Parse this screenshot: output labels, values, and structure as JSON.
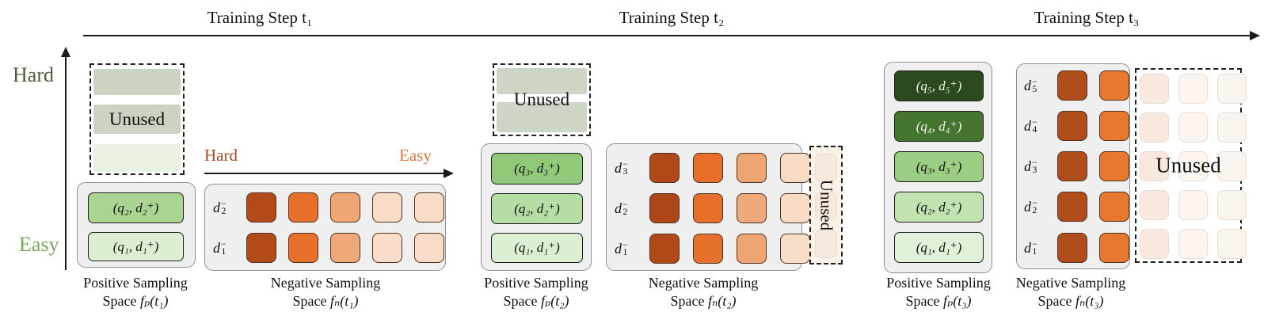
{
  "figure": {
    "axis": {
      "hard": "Hard",
      "easy": "Easy",
      "hard_color": "#45603a",
      "easy_color": "#74aa58"
    },
    "steps": [
      {
        "title": "Training Step t₁",
        "unused_top": {
          "label": "Unused",
          "bands": [
            "#cbd3c3",
            "#cbd3c3",
            "#e9f2e2"
          ]
        },
        "positive": {
          "caption1": "Positive Sampling",
          "caption2_prefix": "Space ",
          "caption2_math": "fₚ(t₁)",
          "rows": [
            {
              "label": "(q₂, d₂⁺)",
              "bg": "#a9d492",
              "fg": "#111111"
            },
            {
              "label": "(q₁, d₁⁺)",
              "bg": "#ddeed3",
              "fg": "#111111"
            }
          ]
        },
        "negative": {
          "caption1": "Negative Sampling",
          "caption2_prefix": "Space ",
          "caption2_math": "fₙ(t₁)",
          "hard": "Hard",
          "easy": "Easy",
          "hard_color": "#ab4a20",
          "easy_color": "#e5763d",
          "rows": [
            {
              "doc": "d",
              "index": "2",
              "sign": "−",
              "squares": [
                "#b24a19",
                "#e7702b",
                "#f0a674",
                "#f9dcc6",
                "#f8dcc7"
              ]
            },
            {
              "doc": "d",
              "index": "1",
              "sign": "−",
              "squares": [
                "#b24a19",
                "#e7712c",
                "#f0a97a",
                "#f9ddc8",
                "#f8dcc7"
              ]
            }
          ]
        }
      },
      {
        "title": "Training Step t₂",
        "unused_top": {
          "label": "Unused",
          "bands": [
            "#ccd5c6",
            "#ccd5c6"
          ]
        },
        "positive": {
          "caption1": "Positive Sampling",
          "caption2_prefix": "Space ",
          "caption2_math": "fₚ(t₂)",
          "rows": [
            {
              "label": "(q₃, d₃⁺)",
              "bg": "#90c97a",
              "fg": "#111111"
            },
            {
              "label": "(q₂, d₂⁺)",
              "bg": "#b6dda4",
              "fg": "#111111"
            },
            {
              "label": "(q₁, d₁⁺)",
              "bg": "#ddefd3",
              "fg": "#111111"
            }
          ]
        },
        "negative": {
          "caption1": "Negative Sampling",
          "caption2_prefix": "Space ",
          "caption2_math": "fₙ(t₂)",
          "rows": [
            {
              "doc": "d",
              "index": "3",
              "sign": "−",
              "squares": [
                "#b04818",
                "#e76f2b",
                "#efa572",
                "#f8dbc5"
              ]
            },
            {
              "doc": "d",
              "index": "2",
              "sign": "−",
              "squares": [
                "#ae4717",
                "#e76f2b",
                "#efa97a",
                "#f8dbc5"
              ]
            },
            {
              "doc": "d",
              "index": "1",
              "sign": "−",
              "squares": [
                "#b04818",
                "#e7712c",
                "#efa572",
                "#f8ddc8"
              ]
            }
          ]
        },
        "unused_side": {
          "label": "Unused",
          "bg": "#faf1e9",
          "square_color": "#f7e9dd"
        }
      },
      {
        "title": "Training Step t₃",
        "positive": {
          "caption1": "Positive Sampling",
          "caption2_prefix": "Space ",
          "caption2_math": "fₚ(t₃)",
          "rows": [
            {
              "label": "(q₅, d₅⁺)",
              "bg": "#2d4a1e",
              "fg": "#f2f6ee"
            },
            {
              "label": "(q₄, d₄⁺)",
              "bg": "#45752f",
              "fg": "#f2f6ee"
            },
            {
              "label": "(q₃, d₃⁺)",
              "bg": "#9bce83",
              "fg": "#111111"
            },
            {
              "label": "(q₂, d₂⁺)",
              "bg": "#c2e2b1",
              "fg": "#111111"
            },
            {
              "label": "(q₁, d₁⁺)",
              "bg": "#e1f0d8",
              "fg": "#111111"
            }
          ]
        },
        "negative": {
          "caption1": "Negative Sampling",
          "caption2_prefix": "Space ",
          "caption2_math": "fₙ(t₃)",
          "rows": [
            {
              "doc": "d",
              "index": "5",
              "sign": "−",
              "squares": [
                "#b14c1b",
                "#e8772f"
              ]
            },
            {
              "doc": "d",
              "index": "4",
              "sign": "−",
              "squares": [
                "#b14c1b",
                "#e8772f"
              ]
            },
            {
              "doc": "d",
              "index": "3",
              "sign": "−",
              "squares": [
                "#b14c1b",
                "#e8772f"
              ]
            },
            {
              "doc": "d",
              "index": "2",
              "sign": "−",
              "squares": [
                "#b14c1b",
                "#e8772f"
              ]
            },
            {
              "doc": "d",
              "index": "1",
              "sign": "−",
              "squares": [
                "#b14c1b",
                "#e8772f"
              ]
            }
          ]
        },
        "unused_grid": {
          "label": "Unused",
          "col_colors": [
            "#f9e8dd",
            "#fbf4ef",
            "#faf3ee"
          ]
        }
      }
    ]
  }
}
